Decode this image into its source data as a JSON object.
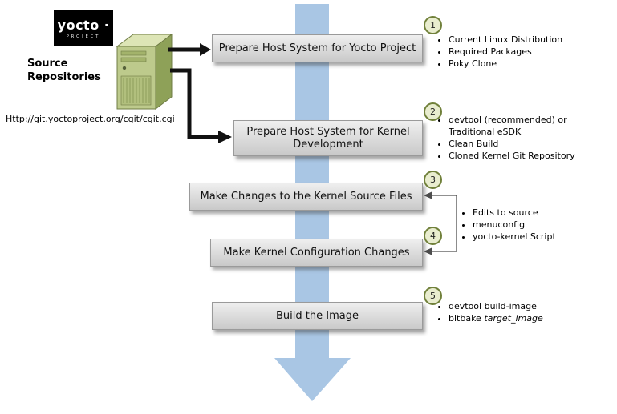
{
  "logo": {
    "brand": "yocto ·",
    "sub": "PROJECT"
  },
  "source": {
    "line1": "Source",
    "line2": "Repositories",
    "url": "Http://git.yoctoproject.org/cgit/cgit.cgi"
  },
  "steps": [
    {
      "num": "1",
      "label": "Prepare Host System for Yocto Project",
      "bullets": [
        "Current Linux Distribution",
        "Required Packages",
        "Poky Clone"
      ]
    },
    {
      "num": "2",
      "label": "Prepare Host System for Kernel Development",
      "bullets": [
        "devtool (recommended) or Traditional eSDK",
        "Clean Build",
        "Cloned Kernel Git Repository"
      ]
    },
    {
      "num": "3",
      "label": "Make Changes to the Kernel Source Files",
      "bullets": []
    },
    {
      "num": "4",
      "label": "Make Kernel Configuration Changes",
      "bullets": []
    },
    {
      "num": "5",
      "label": "Build the Image",
      "bullets": [
        "devtool build-image"
      ],
      "bitbake_prefix": "bitbake ",
      "bitbake_italic": "target_image"
    }
  ],
  "shared_bullets": [
    "Edits to source",
    "menuconfig",
    "yocto-kernel Script"
  ],
  "colors": {
    "flow_arrow_blue": "#a9c6e4",
    "box_fill_top": "#efefef",
    "box_fill_bottom": "#c9c9c9",
    "circle_fill": "#e9edcf",
    "circle_border": "#70803a",
    "black_arrow": "#111111",
    "logo_bg": "#000000"
  }
}
